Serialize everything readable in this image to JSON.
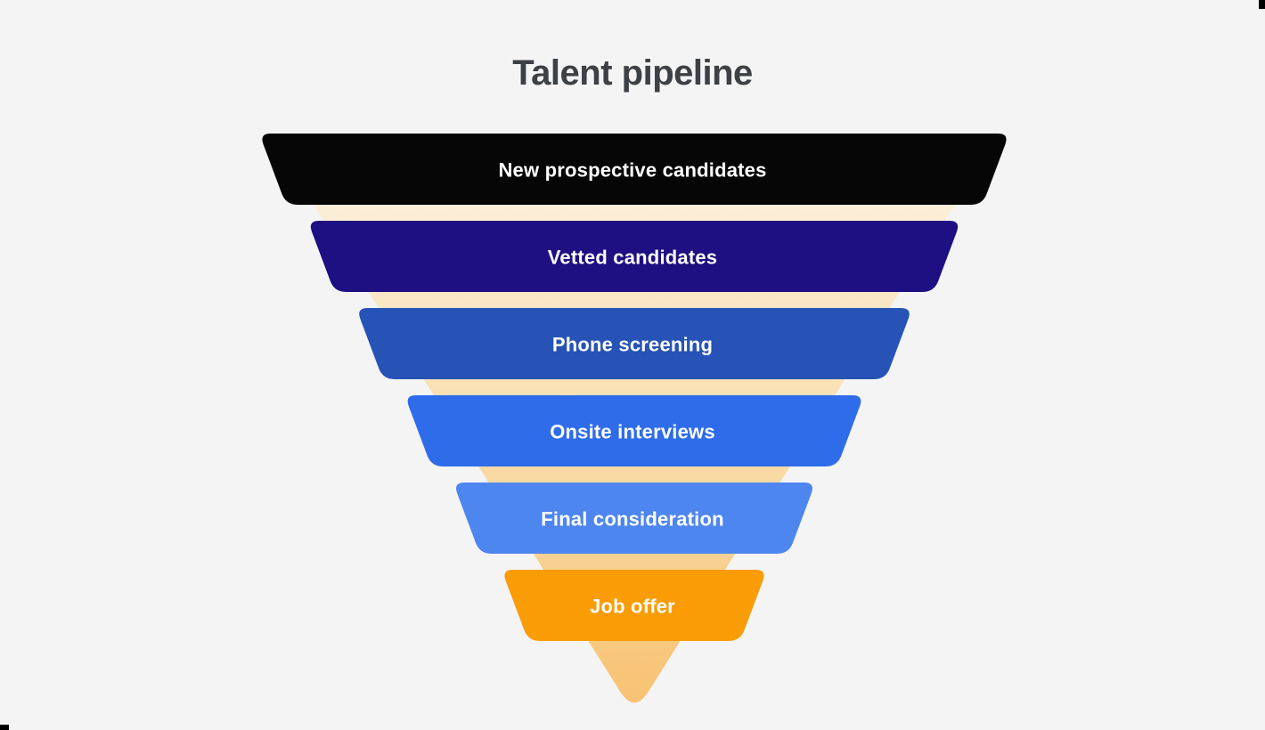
{
  "page": {
    "background_color": "#f4f4f5"
  },
  "title": {
    "text": "Talent pipeline",
    "color": "#3d4145"
  },
  "funnel": {
    "type": "funnel",
    "label_color": "#ffffff",
    "background_cone": {
      "gradient_top": "#fcf3e4",
      "gradient_mid": "#f9ddab",
      "gradient_bottom": "#f8c272"
    },
    "stages": [
      {
        "label": "New prospective candidates",
        "color": "#060606"
      },
      {
        "label": "Vetted candidates",
        "color": "#1e0f82"
      },
      {
        "label": "Phone screening",
        "color": "#2653b5"
      },
      {
        "label": "Onsite interviews",
        "color": "#2e6cea"
      },
      {
        "label": "Final consideration",
        "color": "#4e86ef"
      },
      {
        "label": "Job offer",
        "color": "#f99c06"
      }
    ]
  },
  "artifacts": {
    "color": "#000000"
  }
}
